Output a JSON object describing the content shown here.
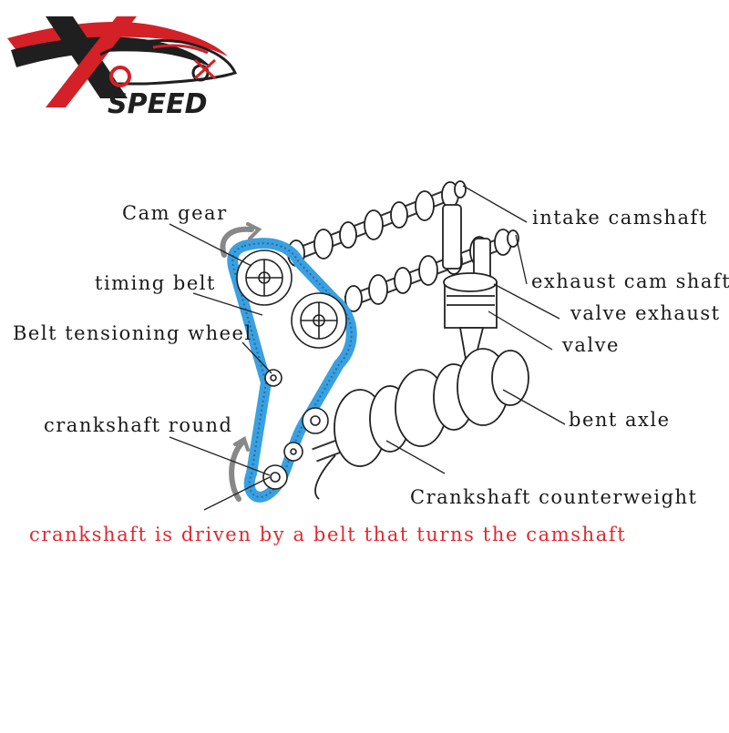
{
  "logo": {
    "text": "SPEED",
    "brand_color": "#d42027",
    "dark_color": "#1f1f1f"
  },
  "labels": {
    "cam_gear": "Cam gear",
    "timing_belt": "timing belt",
    "belt_tensioning_wheel": "Belt tensioning wheel",
    "crankshaft_round": "crankshaft round",
    "intake_camshaft": "intake camshaft",
    "exhaust_cam_shaft": "exhaust cam shaft",
    "valve_exhaust": "valve exhaust",
    "valve": "valve",
    "bent_axle": "bent axle",
    "crankshaft_counterweight": "Crankshaft counterweight"
  },
  "caption": {
    "text": "crankshaft is driven by a belt that turns the camshaft",
    "color": "#e0282e"
  },
  "colors": {
    "belt": "#3aa0e0",
    "line": "#222222"
  }
}
